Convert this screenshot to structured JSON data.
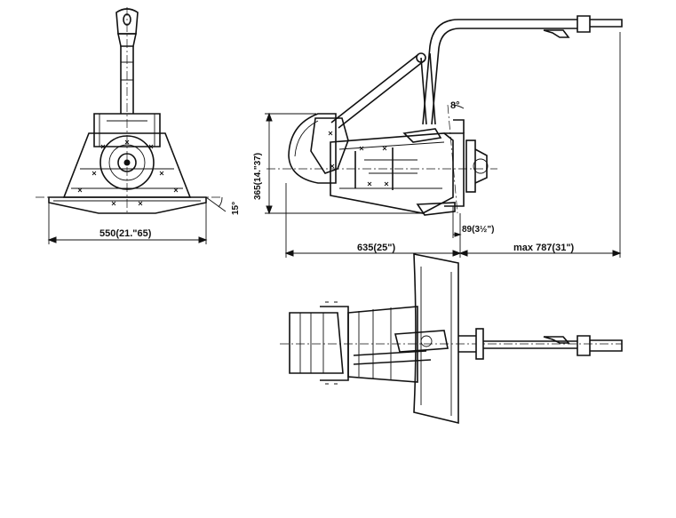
{
  "dimensions": {
    "front_width": "550(21.\"65)",
    "side_height": "365(14.\"37)",
    "tilt_angle": "8°",
    "front_angle": "15°",
    "offset": "89(3½\")",
    "length": "635(25\")",
    "max_length": "max 787(31\")"
  }
}
